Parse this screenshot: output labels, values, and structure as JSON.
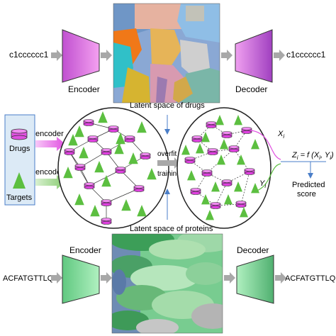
{
  "top_row": {
    "input_smiles": "c1cccccc1",
    "encoder_label": "Encoder",
    "decoder_label": "Decoder",
    "output_smiles": "c1cccccc1"
  },
  "middle": {
    "drugs_label": "Drugs",
    "targets_label": "Targets",
    "encoder_arrow_top": "encoder",
    "encoder_arrow_bottom": "encoder",
    "latent_drugs_label": "Latent space of drugs",
    "latent_proteins_label": "Latent space of proteins",
    "overfit_label": "overfit",
    "training_label": "training",
    "xi_label": "Xi",
    "yi_label": "Yi",
    "formula": "Zi = f (Xi, Yi)",
    "predicted_label": "Predicted",
    "score_label": "score"
  },
  "bottom_row": {
    "input_sequence": "ACFATGTTLQ",
    "encoder_label": "Encoder",
    "decoder_label": "Decoder",
    "output_sequence": "ACFATGTTLQ"
  },
  "colors": {
    "drug_magenta": "#e040e0",
    "target_green": "#5cbf40",
    "encoder_top": "#e060e0",
    "encoder_bottom": "#70e090",
    "legend_box": "#dceaf6",
    "arrow_blue": "#4a7ec8"
  }
}
